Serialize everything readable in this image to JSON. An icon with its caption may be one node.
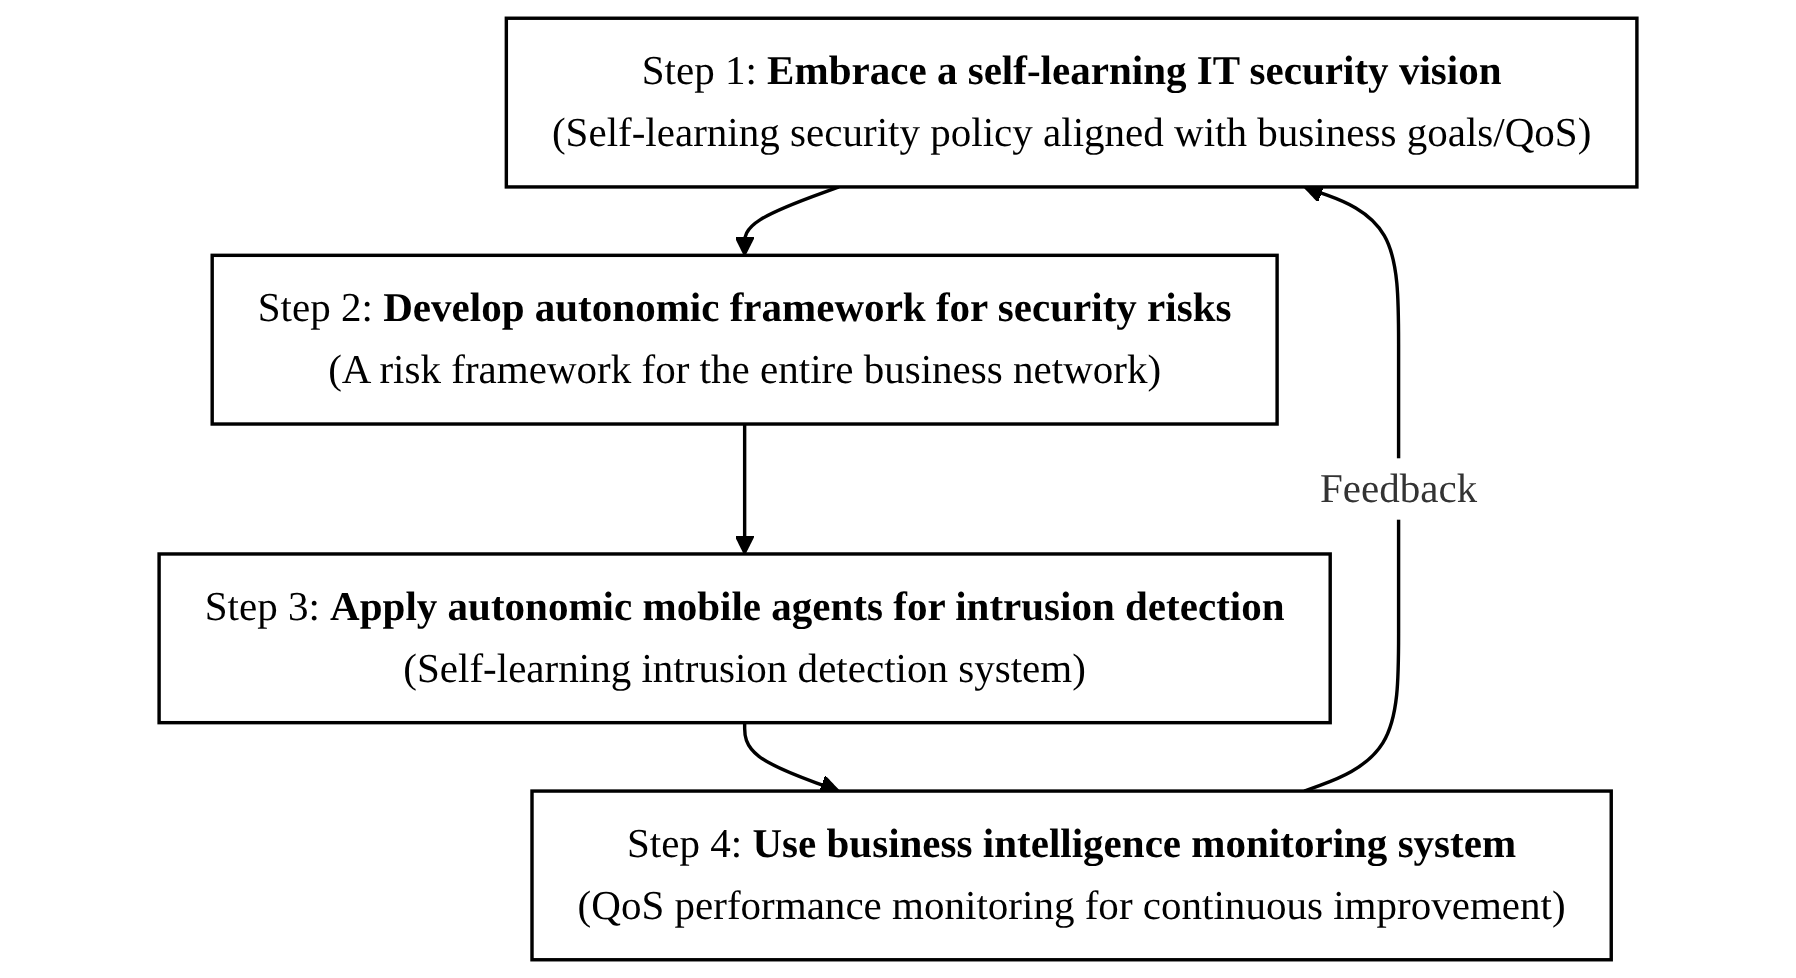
{
  "diagram": {
    "nodes": [
      {
        "text": [
          "Step 1: **Embrace a self-learning IT security vision**",
          "(Self-learning security policy aligned with business goals/QoS)"
        ]
      },
      {
        "text": [
          "Step 2: **Develop autonomic framework for security risks**",
          "(A risk framework for the entire business network)"
        ]
      },
      {
        "text": [
          "Step 3: **Apply autonomic mobile agents for intrusion detection**",
          "(Self-learning intrusion detection system)"
        ]
      },
      {
        "text": [
          "Step 4: **Use business intelligence monitoring system**",
          "(QoS performance monitoring for continuous improvement)"
        ]
      }
    ],
    "edges": [
      {
        "from": 0,
        "to": 1,
        "arrow": "to"
      },
      {
        "from": 1,
        "to": 2,
        "arrow": "to"
      },
      {
        "from": 2,
        "to": 3,
        "arrow": "to"
      },
      {
        "from": 3,
        "to": 0,
        "arrow": "to",
        "label": "Feedback"
      }
    ]
  }
}
